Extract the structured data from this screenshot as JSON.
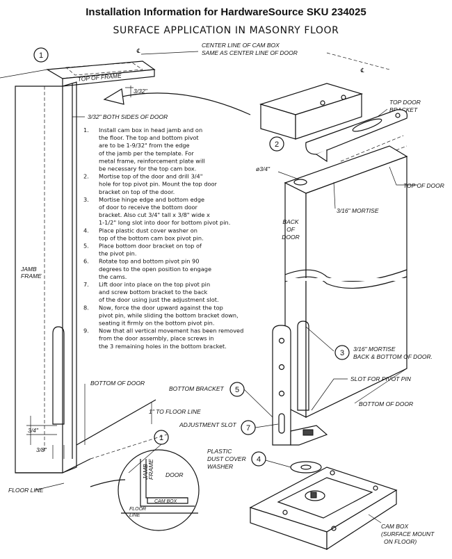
{
  "header": {
    "title": "Installation Information for HardwareSource SKU 234025",
    "subtitle": "SURFACE APPLICATION IN MASONRY FLOOR"
  },
  "labels": {
    "center_line_1": "CENTER LINE OF CAM BOX",
    "center_line_2": "SAME AS CENTER LINE OF DOOR",
    "cl_symbol": "℄",
    "top_of_frame": "TOP OF FRAME",
    "gap_top": "3/32\"",
    "both_sides": "3/32\" BOTH SIDES OF DOOR",
    "top_door_bracket_1": "TOP DOOR",
    "top_door_bracket_2": "BRACKET",
    "dia_3_4": "ø3/4\"",
    "top_of_door": "TOP OF DOOR",
    "mortise_top": "3/16\" MORTISE",
    "back_of_door_1": "BACK",
    "back_of_door_2": "OF",
    "back_of_door_3": "DOOR",
    "jamb_frame_1": "JAMB",
    "jamb_frame_2": "FRAME",
    "mortise_back_1": "3/16\" MORTISE",
    "mortise_back_2": "BACK & BOTTOM OF DOOR.",
    "slot_for_pivot": "SLOT FOR PIVOT PIN",
    "bottom_of_door_left": "BOTTOM OF DOOR",
    "bottom_bracket": "BOTTOM BRACKET",
    "bottom_of_door_right": "BOTTOM OF DOOR",
    "to_floor_line": "1\" TO FLOOR LINE",
    "adjustment_slot": "ADJUSTMENT SLOT",
    "dim_3_4": "3/4\"",
    "dim_3_8": "3/8\"",
    "plastic_1": "PLASTIC",
    "plastic_2": "DUST COVER",
    "plastic_3": "WASHER",
    "floor_line": "FLOOR LINE",
    "detail_jamb_1": "JAMB",
    "detail_jamb_2": "FRAME",
    "detail_door": "DOOR",
    "detail_cam_box": "CAM BOX",
    "detail_floor_1": "FLOOR",
    "detail_floor_2": "LINE",
    "cam_box_1": "CAM BOX",
    "cam_box_2": "(SURFACE MOUNT",
    "cam_box_3": "ON FLOOR)"
  },
  "callouts": [
    "1",
    "2",
    "3",
    "4",
    "5",
    "7",
    "1"
  ],
  "steps": [
    [
      "1.",
      "Install cam box in head jamb and on"
    ],
    [
      "",
      "the floor. The top and bottom pivot"
    ],
    [
      "",
      "are to be 1-9/32\" from the edge"
    ],
    [
      "",
      "of the jamb per the template. For"
    ],
    [
      "",
      "metal frame, reinforcement plate will"
    ],
    [
      "",
      "be necessary for the top cam box."
    ],
    [
      "2.",
      "Mortise top of the door and drill 3/4\""
    ],
    [
      "",
      "hole for top pivot pin. Mount the top door"
    ],
    [
      "",
      "bracket on top of the door."
    ],
    [
      "3.",
      "Mortise hinge edge and bottom edge"
    ],
    [
      "",
      "of door to receive the bottom door"
    ],
    [
      "",
      "bracket. Also cut 3/4\" tall x 3/8\" wide x"
    ],
    [
      "",
      "1-1/2\" long slot into door for bottom pivot pin."
    ],
    [
      "4.",
      "Place plastic dust cover washer on"
    ],
    [
      "",
      "top of the bottom cam box pivot pin."
    ],
    [
      "5.",
      "Place bottom door bracket on top of"
    ],
    [
      "",
      "the pivot pin."
    ],
    [
      "6.",
      "Rotate top and bottom pivot pin 90"
    ],
    [
      "",
      "degrees to the open position to engage"
    ],
    [
      "",
      "the cams."
    ],
    [
      "7.",
      "Lift door into place on the top pivot pin"
    ],
    [
      "",
      "and screw bottom bracket to the back"
    ],
    [
      "",
      "of the door using just the adjustment slot."
    ],
    [
      "8.",
      "Now, force the door upward against the top"
    ],
    [
      "",
      "pivot pin, while sliding the bottom bracket down,"
    ],
    [
      "",
      "seating it firmly on the bottom pivot pin."
    ],
    [
      "9.",
      "Now that all vertical movement has been removed"
    ],
    [
      "",
      "from the door assembly, place screws in"
    ],
    [
      "",
      "the 3 remaining holes in the bottom bracket."
    ]
  ]
}
